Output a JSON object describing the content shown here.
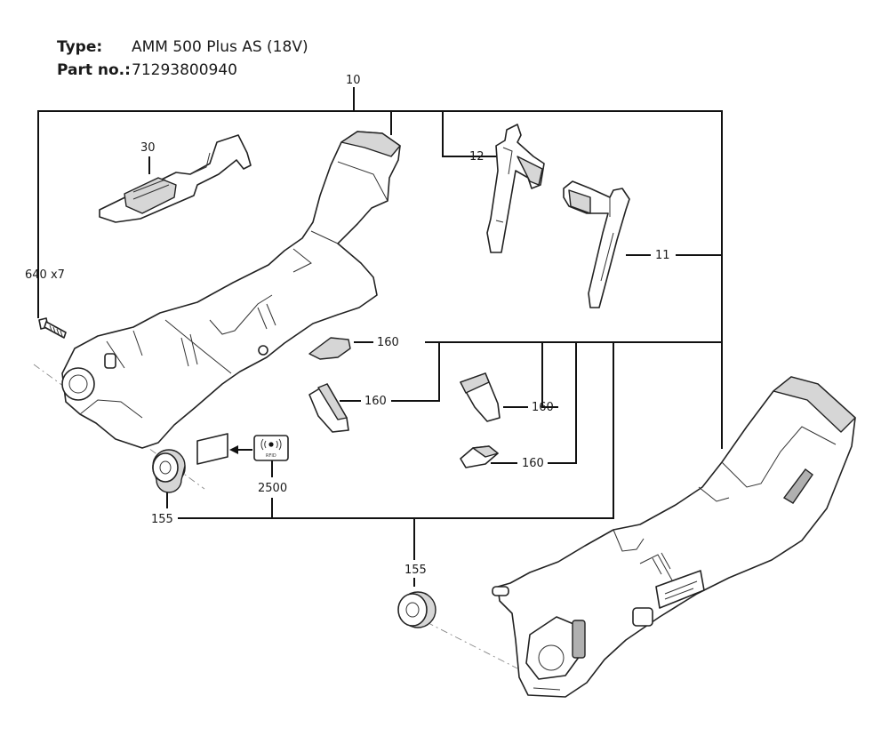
{
  "header": {
    "type_label": "Type:",
    "type_value": "AMM 500 Plus AS (18V)",
    "part_label": "Part no.:",
    "part_value": "71293800940"
  },
  "callouts": {
    "c10": "10",
    "c30": "30",
    "c12": "12",
    "c11": "11",
    "c640": "640 x7",
    "c160a": "160",
    "c160b": "160",
    "c160c": "160",
    "c160d": "160",
    "c2500": "2500",
    "c155a": "155",
    "c155b": "155"
  },
  "icons": {
    "rfid_tag": "RFID"
  }
}
